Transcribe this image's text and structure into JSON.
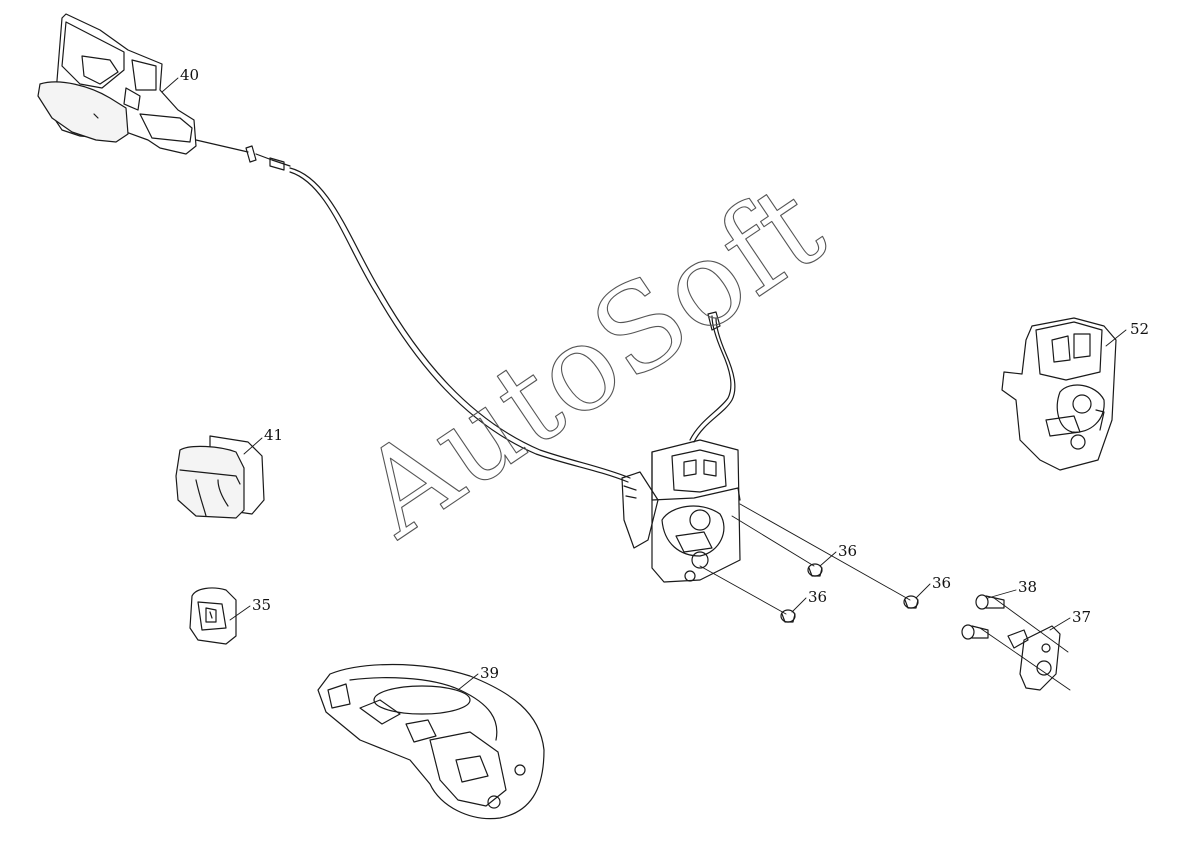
{
  "diagram": {
    "watermark": "AutoSoft",
    "callouts": [
      {
        "id": "c40",
        "label": "40"
      },
      {
        "id": "c41",
        "label": "41"
      },
      {
        "id": "c35",
        "label": "35"
      },
      {
        "id": "c39",
        "label": "39"
      },
      {
        "id": "c52",
        "label": "52"
      },
      {
        "id": "c36a",
        "label": "36"
      },
      {
        "id": "c36b",
        "label": "36"
      },
      {
        "id": "c36c",
        "label": "36"
      },
      {
        "id": "c38",
        "label": "38"
      },
      {
        "id": "c37",
        "label": "37"
      }
    ]
  }
}
